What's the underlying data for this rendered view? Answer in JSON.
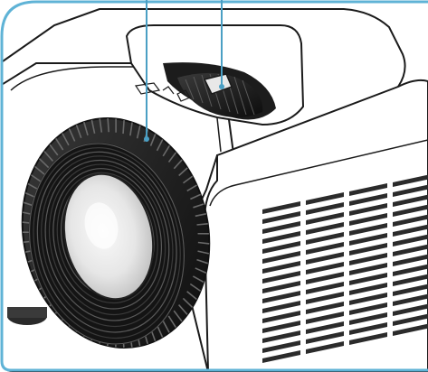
{
  "figure": {
    "subject": "projector",
    "callouts": [
      {
        "target": "focus-ring",
        "label": ""
      },
      {
        "target": "zoom-lever",
        "label": ""
      }
    ],
    "lens_marking": "",
    "colors": {
      "frame": "#5fb3d6",
      "callout_line": "#4a9fc4",
      "outline": "#1a1a1a",
      "body_fill": "#ffffff",
      "vent_fill": "#2b2b2b"
    }
  }
}
